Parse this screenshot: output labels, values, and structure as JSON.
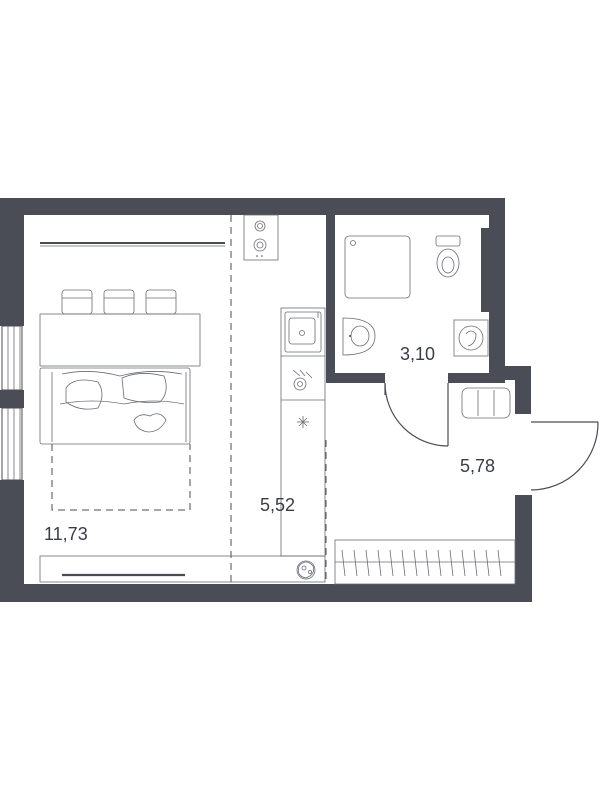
{
  "rooms": {
    "living": {
      "area": "11,73"
    },
    "kitchen": {
      "area": "5,52"
    },
    "bathroom": {
      "area": "3,10"
    },
    "hallway": {
      "area": "5,78"
    }
  },
  "colors": {
    "wall": "#4a4c56",
    "line": "#4a4c56",
    "background": "#ffffff"
  },
  "icons": [
    "toilet-icon",
    "sink-icon",
    "shower-tray-icon",
    "washing-machine-icon",
    "stove-icon",
    "kitchen-sink-icon",
    "dishwasher-icon",
    "fridge-icon",
    "plant-icon"
  ]
}
